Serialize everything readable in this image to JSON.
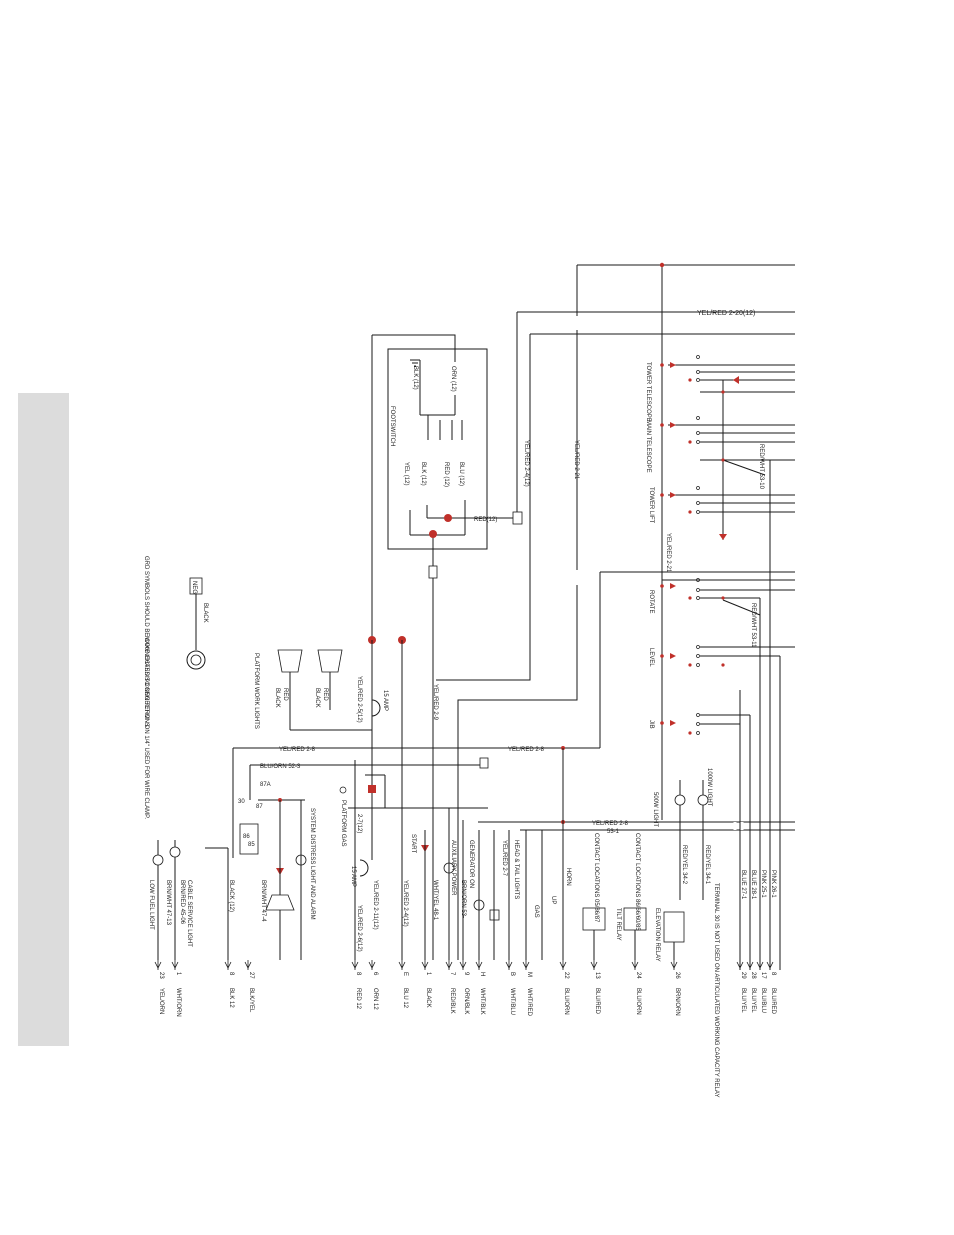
{
  "colors": {
    "background": "#ffffff",
    "side_tab": "#dcdcdc",
    "wire": "#1a1a1a",
    "node": "#c0302a",
    "diode": "#c0302a"
  },
  "top_wires": {
    "yelred_220": "YEL/RED 2-20(12)"
  },
  "labels_left_vertical": {
    "yelred_24": "YEL/RED 2-4(12)",
    "yelred_221": "YEL/RED 2-21",
    "red12": "RED(12)",
    "orn12": "ORN (12)",
    "blk12_top": "BLK (12)",
    "footswitch": "FOOTSWITCH",
    "blu12": "BLU (12)",
    "red12b": "RED (12)",
    "blk12b": "BLK (12)",
    "yel12": "YEL (12)"
  },
  "function_labels": {
    "tower_telescope": "TOWER TELESCOPE",
    "main_telescope": "MAIN TELESCOPE",
    "tower_lift": "TOWER LIFT",
    "rotate": "ROTATE",
    "level": "LEVEL",
    "jib": "JIB",
    "yelred_221_b": "YEL/RED 2-21",
    "redwht_5310": "RED/WHT 53-10",
    "redwht_5311": "RED/WHT 53-11",
    "light_1000w": "1000W LIGHT",
    "light_500w": "500W LIGHT"
  },
  "mid_labels": {
    "yelred_28_a": "YEL/RED 2-8",
    "yelred_28_b": "YEL/RED 2-8",
    "yelred_28_c": "YEL/RED 2-8",
    "bluorn_523": "BLU/ORN 52-3",
    "amp15_a": "15 AMP",
    "amp15_b": "15 AMP",
    "yelred_25": "YEL/RED 2-5(12)",
    "yelred_29": "YEL/RED 2-9",
    "yelred_27": "2-7(12)",
    "platform_gas": "PLATFORM GAS",
    "start": "START",
    "aux_power": "AUXILIARY POWER",
    "generator_on": "GENERATOR ON",
    "head_tail": "HEAD & TAIL LIGHTS",
    "yelred_27b": "YEL/RED 2-7",
    "contact_loc_a": "CONTACT LOCATIONS 05/86/87",
    "contact_loc_b": "CONTACT LOCATIONS 86/66/60/85",
    "tilt_relay": "TILT RELAY",
    "elevation_relay": "ELEVATION RELAY",
    "red_wht_531": "53-1",
    "platform_work_lights": "PLATFORM WORK LIGHTS",
    "system_distress": "SYSTEM DISTRESS LIGHT AND ALARM",
    "cable_service": "CABLE SERVICE LIGHT",
    "low_fuel": "LOW FUEL LIGHT",
    "red": "RED",
    "black": "BLACK",
    "red2": "RED",
    "black2": "BLACK",
    "relay_85": "85",
    "relay_86": "86",
    "relay_30": "30",
    "relay_87": "87",
    "relay_87a": "87A",
    "gas": "GAS",
    "up": "UP",
    "horn": "HORN",
    "terminal_30": "TERMINAL 30 IS NOT USED ON ARTICULATED WORKING CAPACITY RELAY"
  },
  "ground_note": {
    "neg": "NEG",
    "black": "BLACK",
    "note_a": "GRD SYMBOLS SHOULD BE CONNECTED TO NEG TERM -S",
    "note_b": "MAKE CHASSIS CONNECTION ON 1/4\" USED FOR WIRE CLAMP."
  },
  "terminals": [
    {
      "wire": "YEL/ORN",
      "num": "23"
    },
    {
      "wire": "WHT/ORN",
      "num": "1"
    },
    {
      "wire": "BLK 12",
      "num": "8"
    },
    {
      "wire": "BLK/YEL",
      "num": "27"
    },
    {
      "wire": "RED 12",
      "num": "8"
    },
    {
      "wire": "ORN 12",
      "num": "6"
    },
    {
      "wire": "BLU 12",
      "num": "E"
    },
    {
      "wire": "BLACK",
      "num": "1"
    },
    {
      "wire": "RED/BLK",
      "num": "7"
    },
    {
      "wire": "ORN/BLK",
      "num": "9"
    },
    {
      "wire": "WHT/BLK",
      "num": "H"
    },
    {
      "wire": "WHT/BLU",
      "num": "B"
    },
    {
      "wire": "WHT/RED",
      "num": "M"
    },
    {
      "wire": "BLU/ORN",
      "num": "22"
    },
    {
      "wire": "BLU/RED",
      "num": "13"
    },
    {
      "wire": "BLU/ORN",
      "num": "24"
    },
    {
      "wire": "BRN/ORN",
      "num": "26"
    },
    {
      "wire": "BLU/YEL",
      "num": "29"
    },
    {
      "wire": "BLU/YEL",
      "num": "28"
    },
    {
      "wire": "BLU/BLU",
      "num": "17"
    },
    {
      "wire": "BLU/RED",
      "num": "8"
    }
  ],
  "left_wire_labels": {
    "black12": "BLACK (12)",
    "brnwht_474": "BRN/WHT 47-4",
    "brnwht_4713": "BRN/WHT 47-13",
    "brnred_4506": "BRN/RED 45-06",
    "yelred_2_11": "YEL/RED 2-11(12)",
    "yelred_2_6": "YEL/RED 2-6(12)",
    "yelred_2_4b": "YEL/RED 2-4(12)",
    "wht_481": "WHT/YEL 48-1",
    "brnorn_53": "BRN/ORN 53-",
    "blu_271": "BLUE 27-1",
    "blu_281": "BLUE 28-1",
    "pnk_251": "PINK 25-1",
    "pnk_261": "PINK 26-1",
    "redyel_342": "RED/YEL 34-2",
    "redyel_341": "RED/YEL 34-1"
  }
}
